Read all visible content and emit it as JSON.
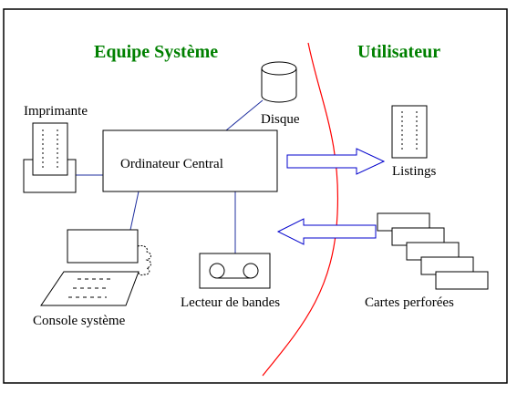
{
  "diagram": {
    "titles": {
      "team": "Equipe Système",
      "user": "Utilisateur"
    },
    "labels": {
      "printer": "Imprimante",
      "disk": "Disque",
      "central": "Ordinateur Central",
      "listings": "Listings",
      "console": "Console système",
      "tape_reader": "Lecteur de bandes",
      "punched_cards": "Cartes perforées"
    },
    "colors": {
      "title_green": "#008000",
      "boundary_red": "#ff0000",
      "arrow_blue": "#0000cc",
      "connector_blue": "#1f2f9f",
      "stroke_black": "#000000",
      "background": "#ffffff"
    }
  }
}
